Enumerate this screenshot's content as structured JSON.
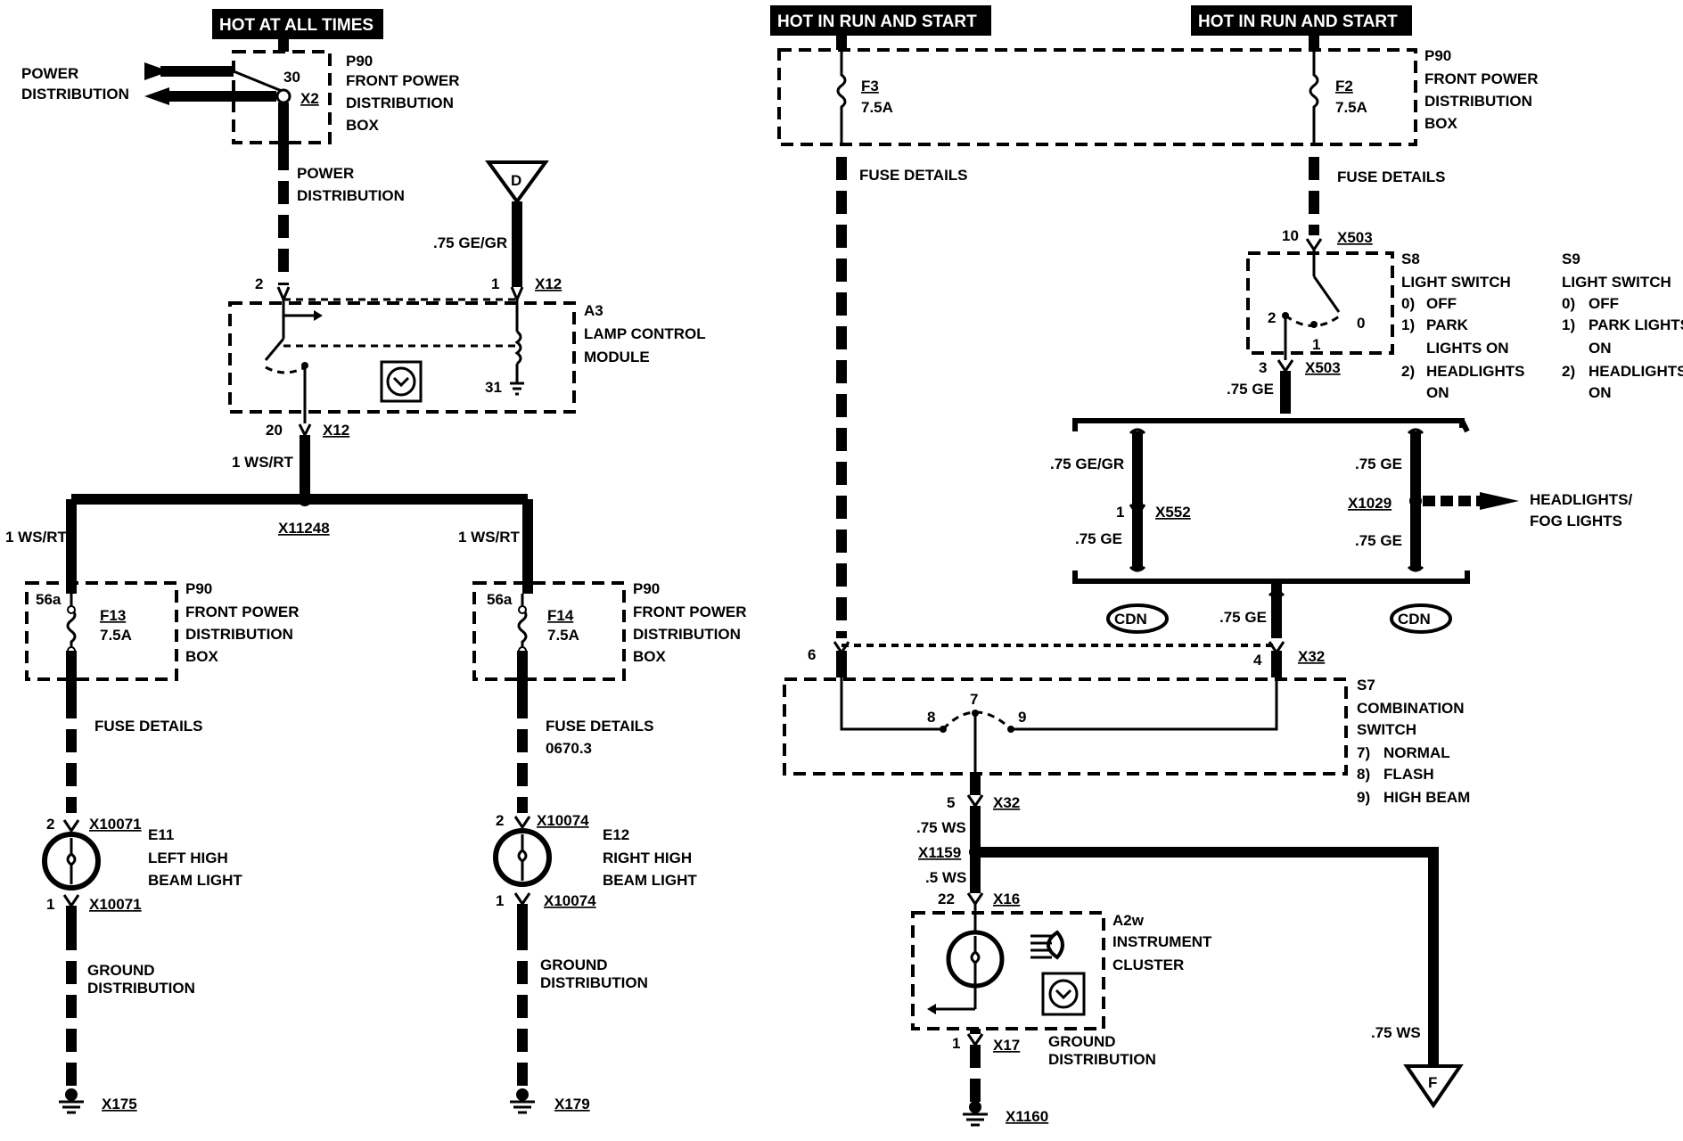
{
  "headers": {
    "left": "HOT AT ALL TIMES",
    "mid": "HOT IN RUN AND START",
    "right": "HOT IN RUN AND START"
  },
  "power_dist": {
    "line1": "POWER",
    "line2": "DISTRIBUTION"
  },
  "p90_top_left": {
    "pin": "30",
    "conn": "X2",
    "name": "P90",
    "line1": "FRONT POWER",
    "line2": "DISTRIBUTION",
    "line3": "BOX"
  },
  "wire_power_dist": {
    "line1": "POWER",
    "line2": "DISTRIBUTION"
  },
  "offpage_d": "D",
  "wire_ge_gr_a3": ".75 GE/GR",
  "a3": {
    "pin_left": "2",
    "pin_right": "1",
    "conn_top": "X12",
    "name": "A3",
    "line1": "LAMP CONTROL",
    "line2": "MODULE",
    "pin_ground": "31",
    "pin_bottom": "20",
    "conn_bottom": "X12"
  },
  "wire_ws_rt_main": "1 WS/RT",
  "splice_main": "X11248",
  "wire_ws_rt_left": "1 WS/RT",
  "wire_ws_rt_right": "1 WS/RT",
  "fuse_f13": {
    "pin": "56a",
    "name": "F13",
    "rating": "7.5A",
    "box": "P90",
    "line1": "FRONT POWER",
    "line2": "DISTRIBUTION",
    "line3": "BOX"
  },
  "fuse_f14": {
    "pin": "56a",
    "name": "F14",
    "rating": "7.5A",
    "box": "P90",
    "line1": "FRONT POWER",
    "line2": "DISTRIBUTION",
    "line3": "BOX"
  },
  "fuse_details_left": "FUSE DETAILS",
  "fuse_details_right": {
    "line1": "FUSE DETAILS",
    "line2": "0670.3"
  },
  "e11": {
    "pin_top": "2",
    "conn_top": "X10071",
    "name": "E11",
    "line1": "LEFT HIGH",
    "line2": "BEAM LIGHT",
    "pin_bottom": "1",
    "conn_bottom": "X10071"
  },
  "e12": {
    "pin_top": "2",
    "conn_top": "X10074",
    "name": "E12",
    "line1": "RIGHT HIGH",
    "line2": "BEAM LIGHT",
    "pin_bottom": "1",
    "conn_bottom": "X10074"
  },
  "ground_left": {
    "line1": "GROUND",
    "line2": "DISTRIBUTION",
    "conn": "X175"
  },
  "ground_right": {
    "line1": "GROUND",
    "line2": "DISTRIBUTION",
    "conn": "X179"
  },
  "fuse_f3": {
    "name": "F3",
    "rating": "7.5A"
  },
  "fuse_f2": {
    "name": "F2",
    "rating": "7.5A"
  },
  "p90_top_right": {
    "name": "P90",
    "line1": "FRONT POWER",
    "line2": "DISTRIBUTION",
    "line3": "BOX"
  },
  "fuse_details_f3": "FUSE DETAILS",
  "fuse_details_f2": "FUSE DETAILS",
  "s8": {
    "pin_top": "10",
    "conn_top": "X503",
    "name": "S8",
    "title": "LIGHT SWITCH",
    "opt0": "0)",
    "opt0_text": "OFF",
    "opt1": "1)",
    "opt1_text_a": "PARK",
    "opt1_text_b": "LIGHTS ON",
    "opt2": "2)",
    "opt2_text_a": "HEADLIGHTS",
    "opt2_text_b": "ON",
    "pos2": "2",
    "pos1": "1",
    "pos0": "0",
    "pin_bottom": "3",
    "conn_bottom": "X503"
  },
  "s9": {
    "name": "S9",
    "title": "LIGHT SWITCH",
    "opt0": "0)",
    "opt0_text": "OFF",
    "opt1": "1)",
    "opt1_text_a": "PARK LIGHTS",
    "opt1_text_b": "ON",
    "opt2": "2)",
    "opt2_text_a": "HEADLIGHTS",
    "opt2_text_b": "ON"
  },
  "wire_ge_s8": ".75 GE",
  "cdn_left": {
    "wire_top": ".75 GE/GR",
    "pin": "1",
    "conn": "X552",
    "wire_bottom": ".75 GE",
    "badge": "CDN"
  },
  "cdn_right": {
    "wire_top": ".75 GE",
    "conn": "X1029",
    "wire_bottom": ".75 GE",
    "badge": "CDN"
  },
  "headlights_ref": {
    "line1": "HEADLIGHTS/",
    "line2": "FOG LIGHTS"
  },
  "wire_ge_s7": ".75 GE",
  "s7": {
    "pin_left": "6",
    "pin_right": "4",
    "conn": "X32",
    "pin7": "7",
    "pin8": "8",
    "pin9": "9",
    "name": "S7",
    "line1": "COMBINATION",
    "line2": "SWITCH",
    "opt7": "7)",
    "opt7_text": "NORMAL",
    "opt8": "8)",
    "opt8_text": "FLASH",
    "opt9": "9)",
    "opt9_text": "HIGH BEAM"
  },
  "lower_chain": {
    "pin5": "5",
    "conn_x32": "X32",
    "wire_75ws": ".75 WS",
    "splice": "X1159",
    "wire_5ws": ".5 WS",
    "pin22": "22",
    "conn_x16": "X16"
  },
  "a2w": {
    "name": "A2w",
    "line1": "INSTRUMENT",
    "line2": "CLUSTER",
    "pin_bottom": "1",
    "conn_bottom": "X17",
    "ground1": "GROUND",
    "ground2": "DISTRIBUTION",
    "ground_conn": "X1160"
  },
  "wire_f": ".75 WS",
  "offpage_f": "F"
}
